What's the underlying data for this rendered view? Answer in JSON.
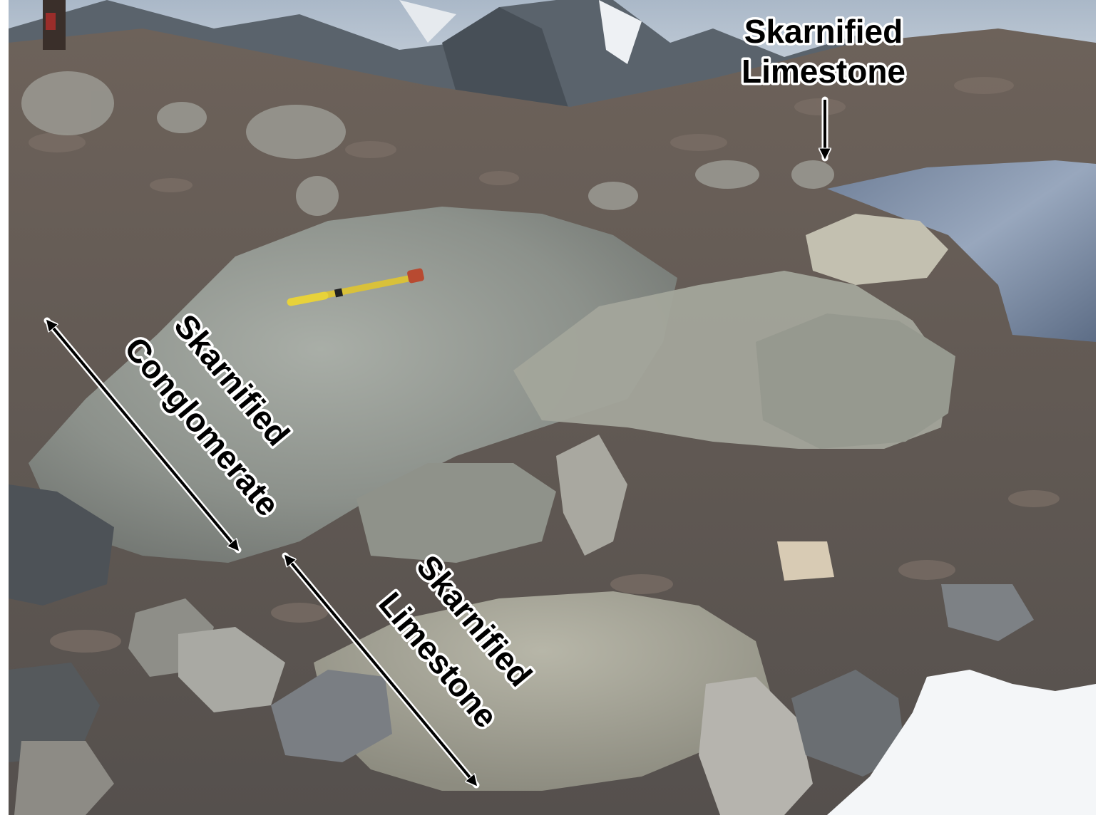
{
  "photo": {
    "subject": "outcrop-field-photo",
    "colors": {
      "sky": "#c9d3de",
      "mountain": "#5d6670",
      "snow": "#f2f4f6",
      "talus": "#6b5e55",
      "outcrop": "#8f9590",
      "outcrop_light": "#b9bdb5",
      "pond": "#7f8ea4",
      "hammer_handle": "#e3c533",
      "hammer_head": "#b9472e"
    }
  },
  "annotations": {
    "top_right": {
      "line1": "Skarnified",
      "line2": "Limestone"
    },
    "left_diagonal": {
      "line1": "Skarnified",
      "line2": "Conglomerate"
    },
    "bottom_diagonal": {
      "line1": "Skarnified",
      "line2": "Limestone"
    }
  }
}
